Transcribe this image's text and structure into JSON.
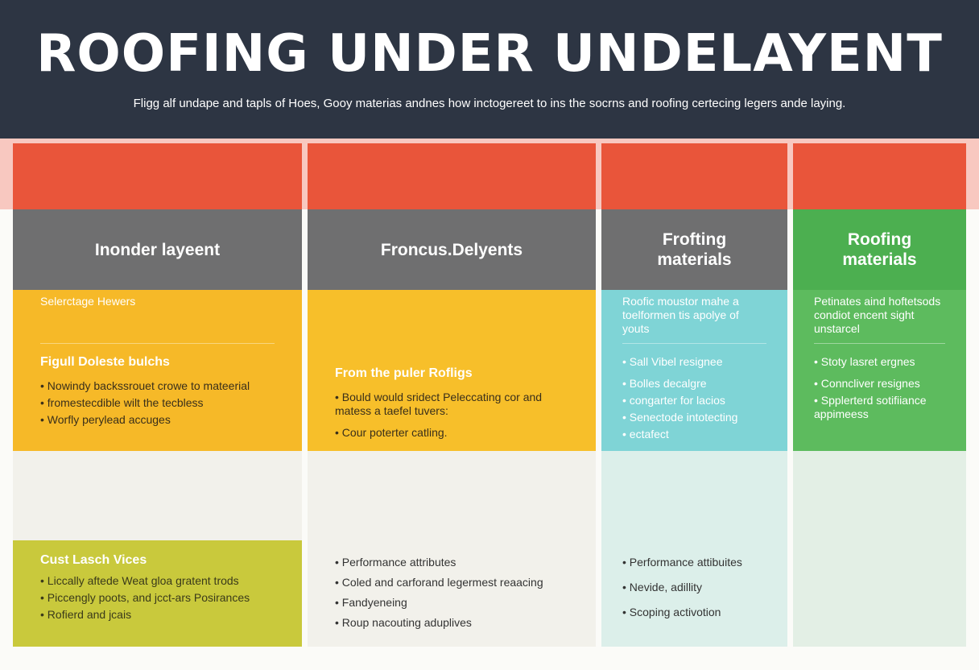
{
  "header": {
    "title": "ROOFING UNDER UNDELAYENT",
    "subtitle": "Fligg alf undape and tapls of Hoes, Gooy materias andnes how inctogereet to ins the socrns and roofing certecing legers ande laying."
  },
  "colors": {
    "header": "#2d3543",
    "red": "#e9553a",
    "gray": "#6f6f70",
    "yellow": "#f6b928",
    "teal": "#7fd4d6",
    "green": "#5dbb5e",
    "olive": "#c9c93c"
  },
  "columns": [
    {
      "title": "Inonder layeent",
      "intro": "Selerctage Hewers",
      "heading": "Figull Doleste bulchs",
      "bullets": [
        "Nowindy backssrouet crowe to mateerial",
        "fromestecdible wilt the tecbless",
        "Worfly perylead accuges"
      ],
      "lower_heading": "Cust Lasch Vices",
      "lower_bullets": [
        "Liccally aftede Weat gloa gratent trods",
        "Piccengly poots, and jcct-ars Posirances",
        "Rofierd and jcais"
      ]
    },
    {
      "title": "Froncus.Delyents",
      "intro": "",
      "heading": "From the puler Rofligs",
      "bullets": [
        "Bould would sridect Peleccating cor and matess a taefel tuvers:",
        "Cour poterter catling."
      ],
      "lower_bullets": [
        "Performance attributes",
        "Coled and carforand legermest reaacing",
        "Fandyeneing",
        "Roup nacouting aduplives"
      ]
    },
    {
      "title": "Frofting materials",
      "intro": "Roofic moustor mahe a toelformen tis apolye of youts",
      "bullets": [
        "Sall Vibel resignee",
        "Bolles decalgre",
        "congarter for lacios",
        "Senectode intotecting",
        "ectafect"
      ],
      "lower_bullets": [
        "Performance attibuites",
        "Nevide, adillity",
        "Scoping activotion"
      ]
    },
    {
      "title": "Roofing materials",
      "intro": "Petinates aind hoftetsods condiot encent sight unstarcel",
      "bullets": [
        "Stoty lasret ergnes",
        "Conncliver resignes",
        "Spplerterd sotifiiance appimeess"
      ]
    }
  ]
}
